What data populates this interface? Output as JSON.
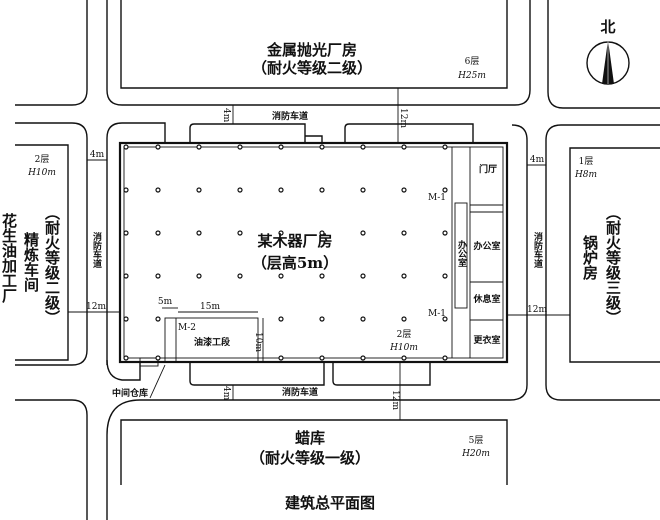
{
  "caption": "建筑总平面图",
  "north_label": "北",
  "buildings": {
    "top": {
      "name": "金属抛光厂房",
      "rating": "（耐火等级二级）",
      "floors": "6层",
      "height": "H25m"
    },
    "left": {
      "name": "花生油加工厂",
      "sub": "精炼车间",
      "rating": "（耐火等级二级）",
      "floors": "2层",
      "height": "H10m"
    },
    "right": {
      "name": "锅炉房",
      "rating": "（耐火等级三级）",
      "floors": "1层",
      "height": "H8m"
    },
    "bottom": {
      "name": "蜡库",
      "rating": "（耐火等级一级）",
      "floors": "5层",
      "height": "H20m"
    },
    "main": {
      "name": "某木器厂房",
      "sub": "（层高5m）",
      "floors": "2层",
      "height": "H10m"
    }
  },
  "rooms": {
    "paint": "油漆工段",
    "m2": "M-2",
    "m1_top": "M-1",
    "m1_bottom": "M-1",
    "office_inner": "办公室",
    "lobby": "门厅",
    "office": "办公室",
    "rest": "休息室",
    "locker": "更衣室",
    "storage": "中间仓库"
  },
  "fire_lane": "消防车道",
  "dims": {
    "top_lane": "4m",
    "top_gap": "12m",
    "left_lane": "4m",
    "left_gap": "12m",
    "right_lane": "4m",
    "right_gap": "12m",
    "bottom_lane": "4m",
    "bottom_gap": "12m",
    "paint_offset": "5m",
    "paint_width": "15m",
    "paint_depth": "10m"
  }
}
